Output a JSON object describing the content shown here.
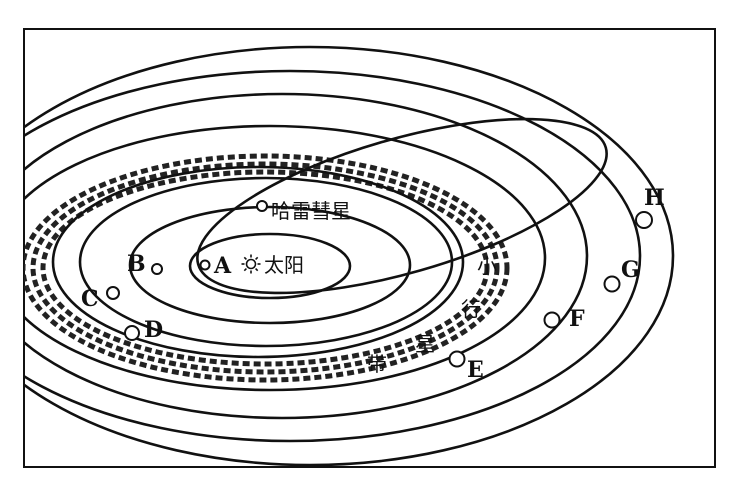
{
  "labels": {
    "planets": [
      "A",
      "B",
      "C",
      "D",
      "E",
      "F",
      "G",
      "H"
    ],
    "sun": "太阳",
    "comet": "哈雷彗星",
    "belt": [
      "小",
      "行",
      "星",
      "带"
    ]
  },
  "icons": {
    "sun": "sun-icon"
  }
}
